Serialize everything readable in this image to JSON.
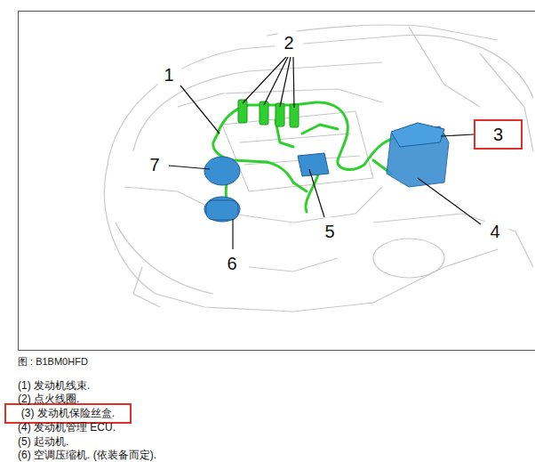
{
  "diagram": {
    "nodes": [
      {
        "text": [
          "3"
        ]
      },
      {
        "text": [
          "(3) 发动机保险丝盒."
        ]
      }
    ],
    "labels": [
      "1",
      "2",
      "7",
      "5",
      "6",
      "4",
      "图 : B1BM0HFD",
      "(1) 发动机线束.",
      "(2) 点火线圈.",
      "(4) 发动机管理 ECU.",
      "(5) 起动机.",
      "(6) 空调压缩机. (依装备而定)."
    ]
  }
}
